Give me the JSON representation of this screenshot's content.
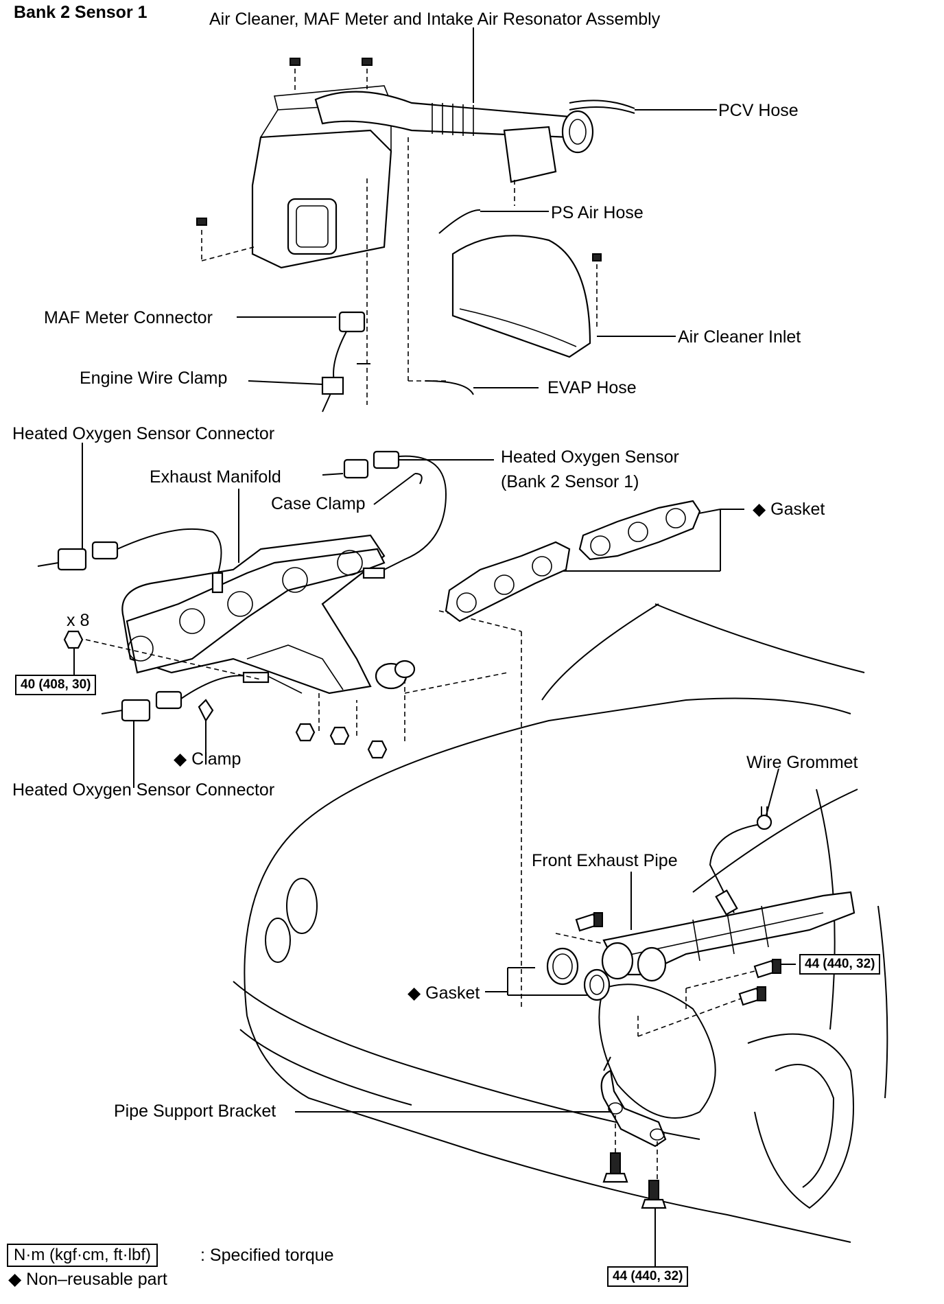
{
  "title": "Bank 2 Sensor 1",
  "labels": {
    "air_cleaner_assembly": "Air Cleaner, MAF Meter and Intake Air Resonator Assembly",
    "pcv_hose": "PCV Hose",
    "ps_air_hose": "PS Air Hose",
    "maf_meter_connector": "MAF Meter Connector",
    "air_cleaner_inlet": "Air Cleaner Inlet",
    "engine_wire_clamp": "Engine Wire Clamp",
    "evap_hose": "EVAP Hose",
    "ho2s_connector_top": "Heated Oxygen Sensor Connector",
    "exhaust_manifold": "Exhaust Manifold",
    "heated_oxygen_sensor_line1": "Heated Oxygen Sensor",
    "heated_oxygen_sensor_line2": "(Bank 2 Sensor 1)",
    "case_clamp": "Case Clamp",
    "gasket_top": "◆ Gasket",
    "x8": "x 8",
    "clamp": "◆ Clamp",
    "ho2s_connector_bottom": "Heated Oxygen Sensor Connector",
    "wire_grommet": "Wire Grommet",
    "front_exhaust_pipe": "Front Exhaust Pipe",
    "gasket_bottom": "◆ Gasket",
    "pipe_support_bracket": "Pipe Support Bracket"
  },
  "torques": {
    "manifold_nut": "40 (408, 30)",
    "pipe_bolt": "44 (440, 32)",
    "bracket_bolt": "44 (440, 32)"
  },
  "legend": {
    "torque_box": "N·m (kgf·cm, ft·lbf)",
    "torque_text": ": Specified torque",
    "nonreusable": "◆ Non–reusable part"
  }
}
